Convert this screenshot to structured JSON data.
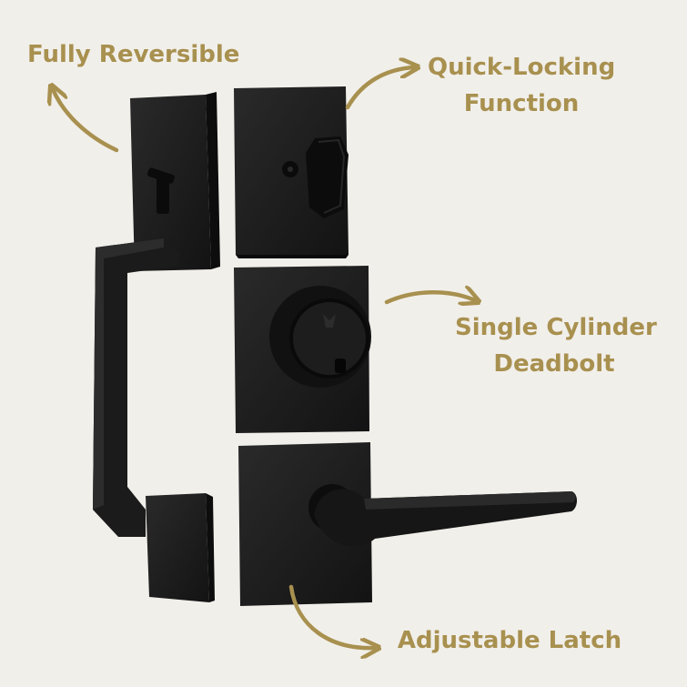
{
  "callouts": [
    {
      "lines": [
        "Fully Reversible"
      ]
    },
    {
      "lines": [
        "Quick-Locking",
        "Function"
      ]
    },
    {
      "lines": [
        "Single Cylinder",
        "Deadbolt"
      ]
    },
    {
      "lines": [
        "Adjustable Latch"
      ]
    }
  ],
  "colors": {
    "background": "#f1efea",
    "label": "#a8904f",
    "hardware": "#1c1c1c"
  },
  "icons": [
    "curved-arrow-icon"
  ]
}
